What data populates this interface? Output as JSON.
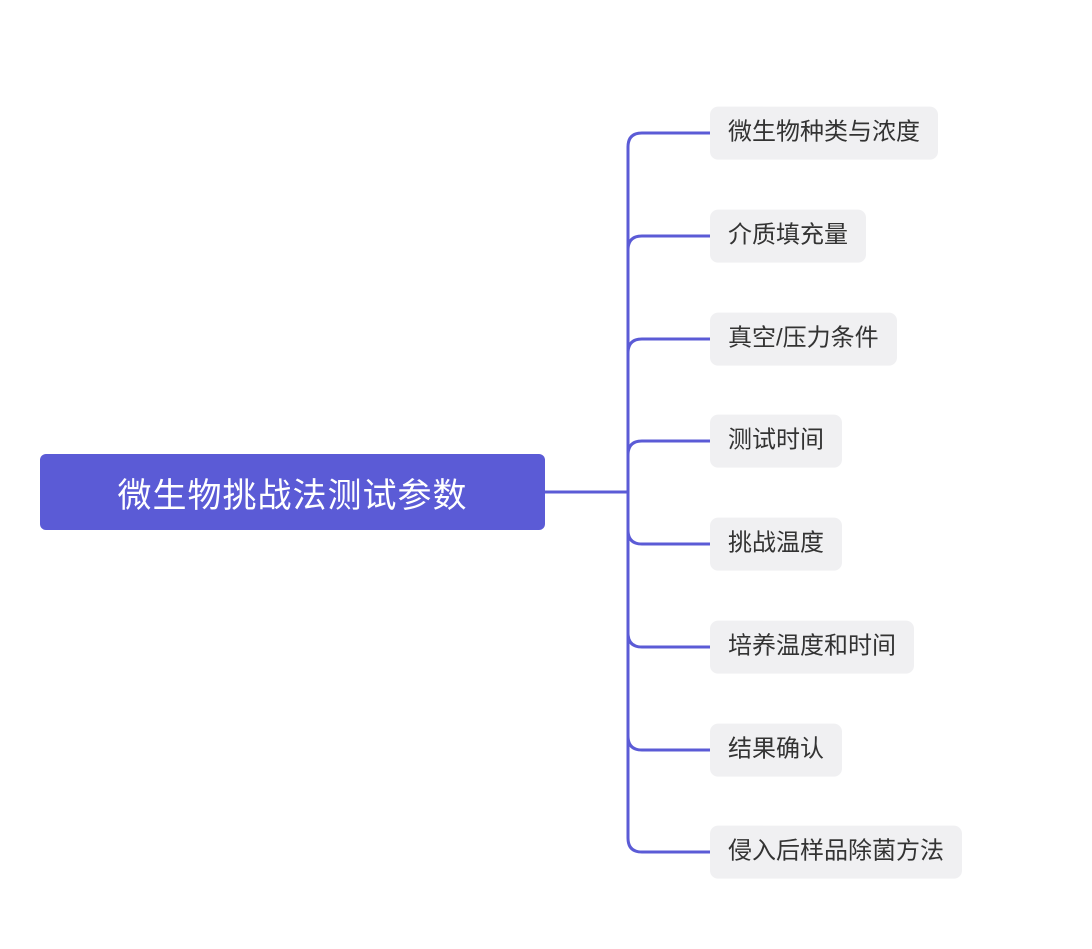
{
  "mindmap": {
    "root": {
      "label": "微生物挑战法测试参数"
    },
    "children": [
      {
        "label": "微生物种类与浓度"
      },
      {
        "label": "介质填充量"
      },
      {
        "label": "真空/压力条件"
      },
      {
        "label": "测试时间"
      },
      {
        "label": "挑战温度"
      },
      {
        "label": "培养温度和时间"
      },
      {
        "label": "结果确认"
      },
      {
        "label": "侵入后样品除菌方法"
      }
    ],
    "colors": {
      "accent": "#5b5bd6",
      "root_text": "#ffffff",
      "node_bg": "#f0f0f2",
      "node_text": "#333333",
      "canvas_bg": "#ffffff"
    }
  }
}
